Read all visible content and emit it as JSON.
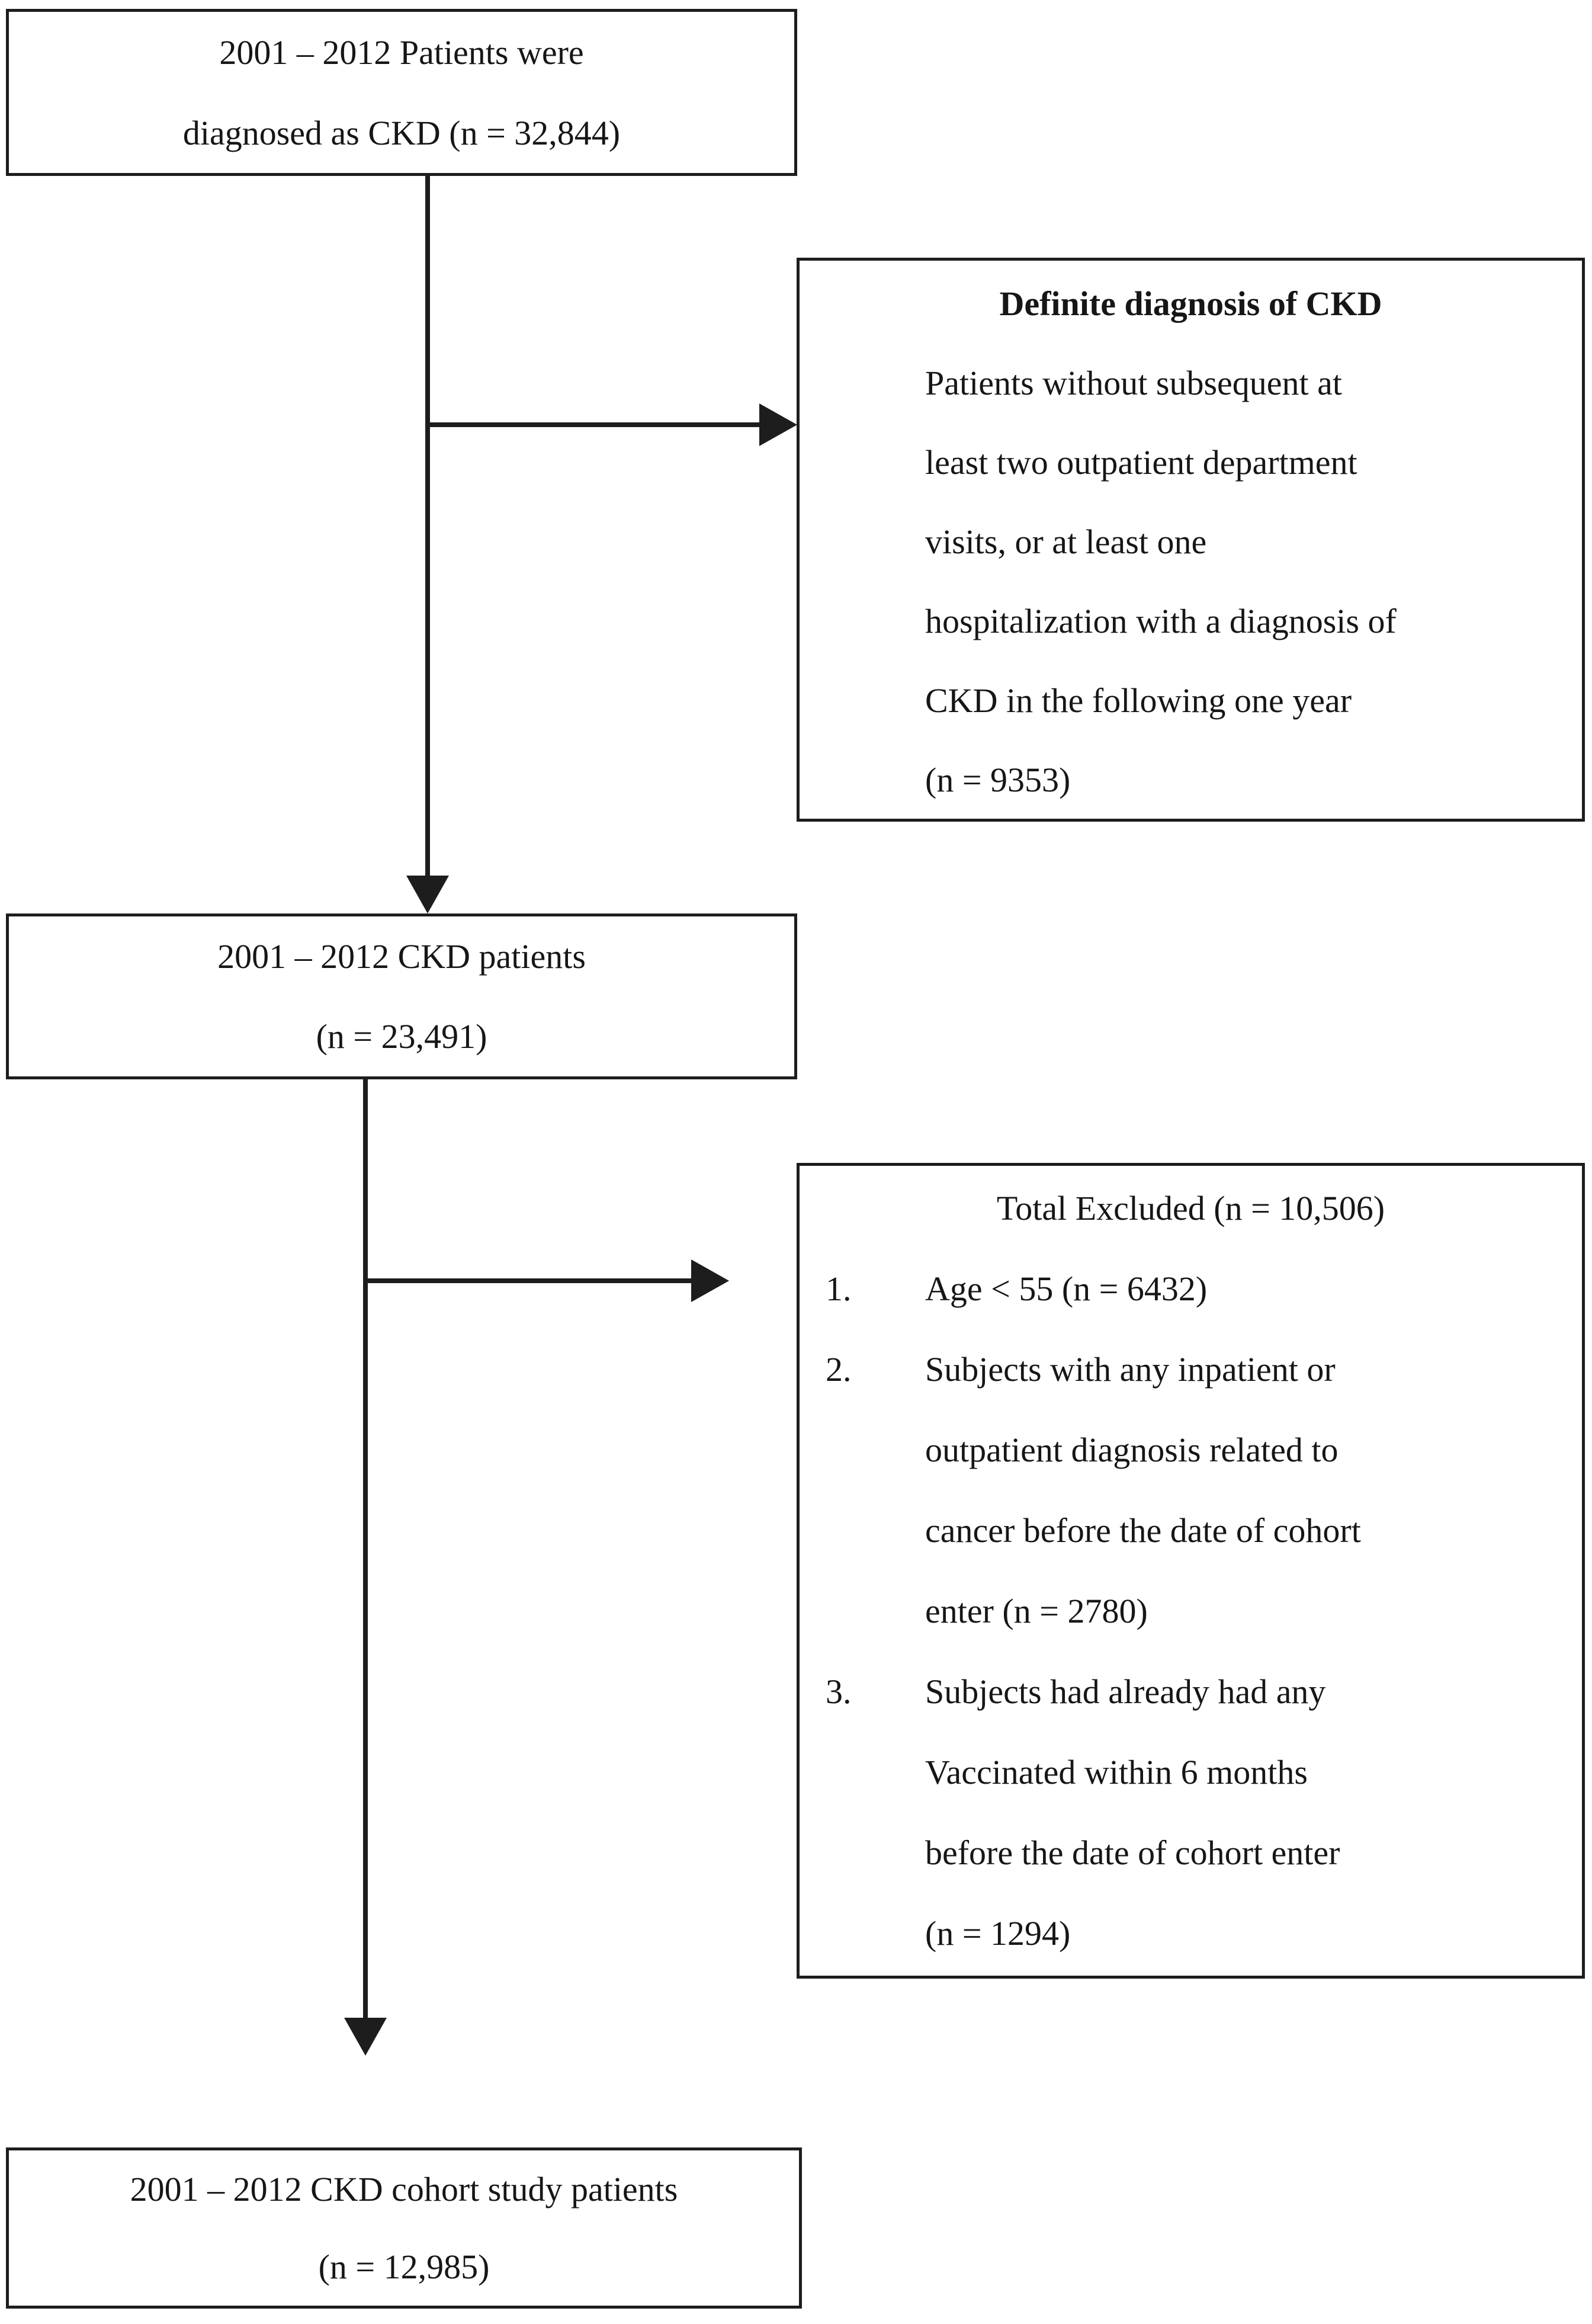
{
  "boxes": {
    "top": {
      "lines": [
        "2001 – 2012 Patients were",
        "diagnosed as CKD (n = 32,844)"
      ]
    },
    "exclusion1": {
      "heading": "Definite diagnosis of CKD",
      "lines": [
        "Patients without subsequent at",
        "least two outpatient department",
        "visits, or at least one",
        "hospitalization with a diagnosis of",
        "CKD in the following one year",
        "(n = 9353)"
      ]
    },
    "middle": {
      "lines": [
        "2001 – 2012 CKD patients",
        "(n = 23,491)"
      ]
    },
    "exclusion2": {
      "lines": [
        {
          "num": "",
          "text": "Total Excluded (n = 10,506)"
        },
        {
          "num": "1.",
          "text": "Age < 55 (n = 6432)"
        },
        {
          "num": "2.",
          "text": "Subjects with any inpatient or"
        },
        {
          "num": "",
          "text": "outpatient diagnosis related to"
        },
        {
          "num": "",
          "text": "cancer before the date of cohort"
        },
        {
          "num": "",
          "text": "enter (n = 2780)"
        },
        {
          "num": "3.",
          "text": "Subjects had already had any"
        },
        {
          "num": "",
          "text": "Vaccinated within 6 months"
        },
        {
          "num": "",
          "text": "before the date of cohort enter"
        },
        {
          "num": "",
          "text": "(n = 1294)"
        }
      ]
    },
    "bottom": {
      "lines": [
        "2001 – 2012 CKD cohort study patients",
        "(n = 12,985)"
      ]
    }
  },
  "colors": {
    "ink": "#1d1d1d",
    "background": "#ffffff"
  }
}
